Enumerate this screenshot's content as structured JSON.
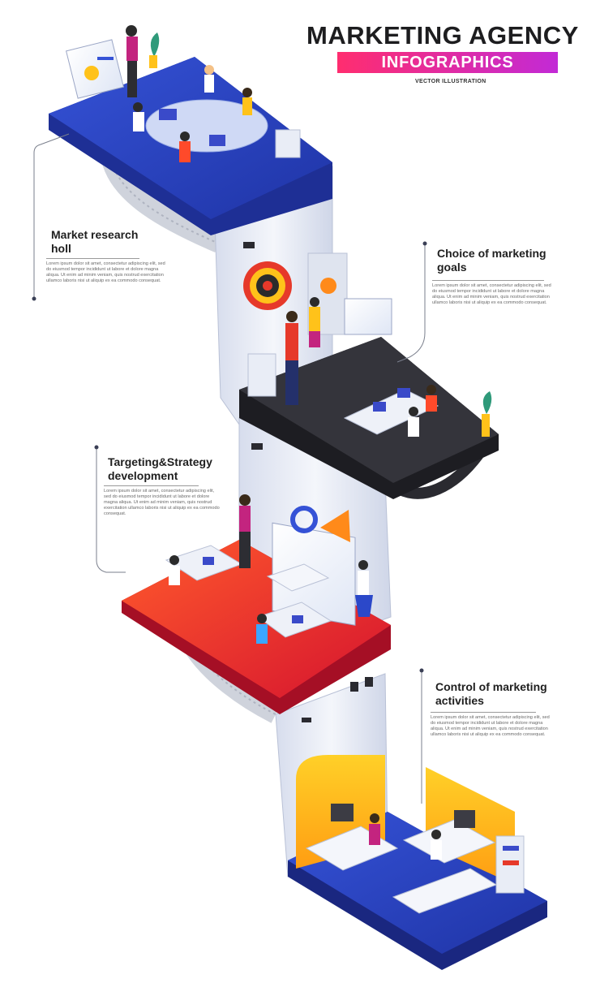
{
  "header": {
    "title": "MARKETING AGENCY",
    "banner": "INFOGRAPHICS",
    "subtitle": "VECTOR ILLUSTRATION"
  },
  "sections": [
    {
      "title_line1": "Market research",
      "title_line2": "holl",
      "body": "Lorem ipsum dolor sit amet, consectetur adipiscing elit, sed do eiusmod tempor incididunt ut labore et dolore magna aliqua. Ut enim ad minim veniam, quis nostrud exercitation ullamco laboris nisi ut aliquip ex ea commodo consequat."
    },
    {
      "title_line1": "Choice of marketing",
      "title_line2": "goals",
      "body": "Lorem ipsum dolor sit amet, consectetur adipiscing elit, sed do eiusmod tempor incididunt ut labore et dolore magna aliqua. Ut enim ad minim veniam, quis nostrud exercitation ullamco laboris nisi ut aliquip ex ea commodo consequat."
    },
    {
      "title_line1": "Targeting&Strategy",
      "title_line2": "development",
      "body": "Lorem ipsum dolor sit amet, consectetur adipiscing elit, sed do eiusmod tempor incididunt ut labore et dolore magna aliqua. Ut enim ad minim veniam, quis nostrud exercitation ullamco laboris nisi ut aliquip ex ea commodo consequat."
    },
    {
      "title_line1": "Control of marketing",
      "title_line2": "activities",
      "body": "Lorem ipsum dolor sit amet, consectetur adipiscing elit, sed do eiusmod tempor incididunt ut labore et dolore magna aliqua. Ut enim ad minim veniam, quis nostrud exercitation ullamco laboris nisi ut aliquip ex ea commodo consequat."
    }
  ],
  "colors": {
    "floor_blue": "#2b48c9",
    "floor_dark": "#2d2d33",
    "floor_orange": "#ff4a2a",
    "floor_red": "#d9162c",
    "wall": "#e9edf6",
    "banner_start": "#ff2d6f",
    "banner_end": "#c22ad6",
    "accent_yellow": "#ffc21a"
  }
}
